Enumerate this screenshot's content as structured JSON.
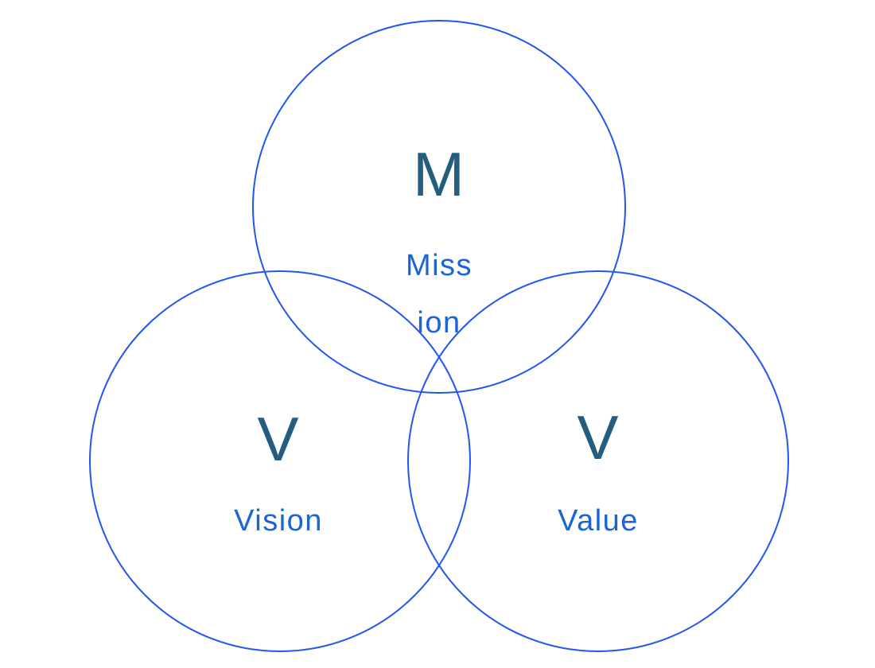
{
  "diagram": {
    "type": "venn",
    "circles": [
      {
        "id": "mission",
        "initial": "M",
        "label": "Mission"
      },
      {
        "id": "vision",
        "initial": "V",
        "label": "Vision"
      },
      {
        "id": "value",
        "initial": "V",
        "label": "Value"
      }
    ],
    "mission": {
      "initial": "M",
      "label_line1": "Miss",
      "label_line2": "ion"
    },
    "vision": {
      "initial": "V",
      "label": "Vision"
    },
    "value": {
      "initial": "V",
      "label": "Value"
    }
  },
  "colors": {
    "circle_stroke": "#2256ee",
    "initial_text": "#235e80",
    "label_text": "#1a64d6",
    "page_bg": "#ffffff"
  }
}
